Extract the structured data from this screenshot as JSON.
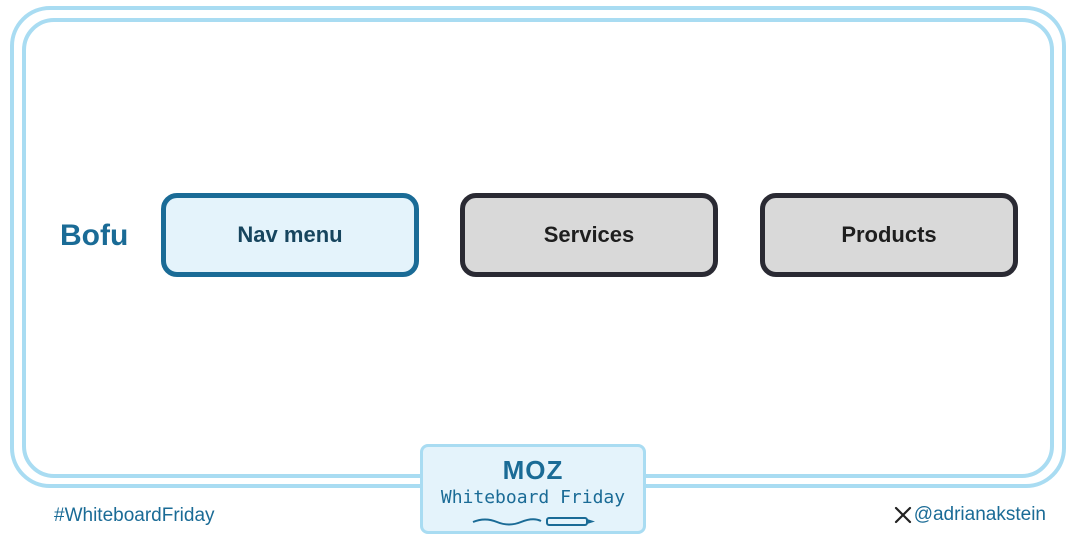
{
  "diagram": {
    "row_label": "Bofu",
    "boxes": [
      {
        "label": "Nav menu",
        "highlighted": true
      },
      {
        "label": "Services",
        "highlighted": false
      },
      {
        "label": "Products",
        "highlighted": false
      }
    ]
  },
  "footer": {
    "hashtag": "#WhiteboardFriday",
    "handle": "@adrianakstein",
    "handle_icon": "x-logo-icon"
  },
  "badge": {
    "brand": "MOZ",
    "title": "Whiteboard Friday"
  },
  "colors": {
    "accent": "#1a6b96",
    "frame": "#a9dcf2",
    "highlight_fill": "#e4f3fb",
    "box_fill": "#d9d9d9",
    "box_border": "#2a2a33"
  }
}
